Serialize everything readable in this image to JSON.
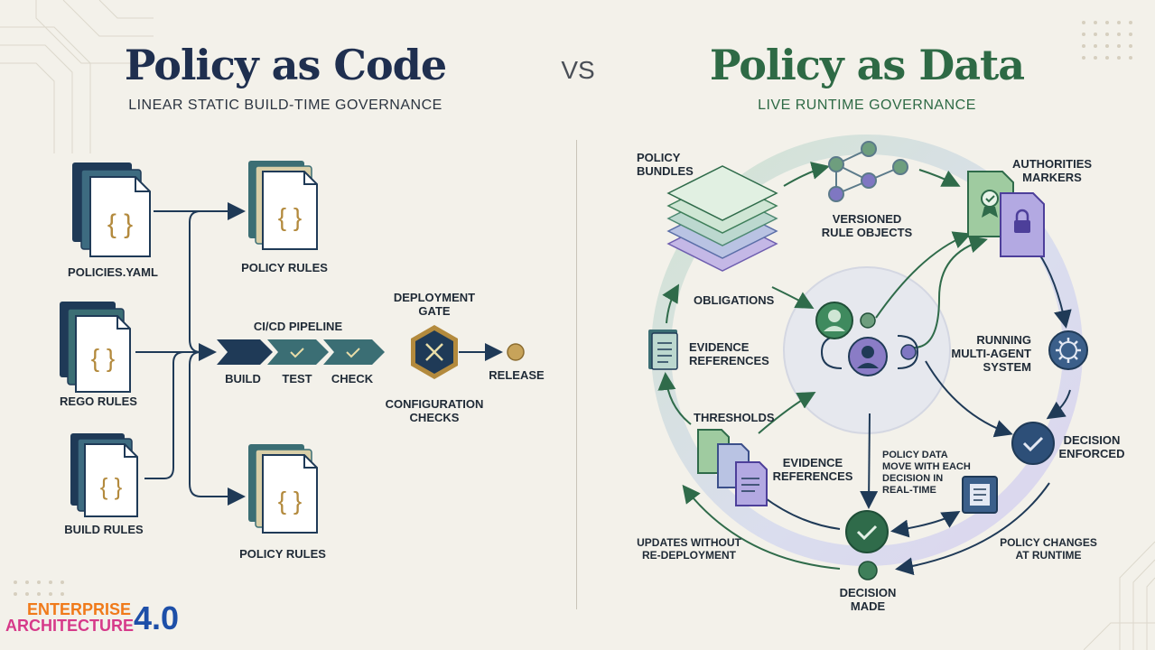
{
  "left": {
    "title": "Policy as Code",
    "subtitle": "LINEAR STATIC BUILD-TIME GOVERNANCE",
    "sources": [
      "POLICIES.YAML",
      "REGO RULES",
      "BUILD RULES"
    ],
    "outputs_top": "POLICY RULES",
    "outputs_bottom": "POLICY RULES",
    "pipeline": {
      "label": "CI/CD PIPELINE",
      "stages": [
        "BUILD",
        "TEST",
        "CHECK"
      ]
    },
    "gate": {
      "top": "DEPLOYMENT\nGATE",
      "bottom": "CONFIGURATION\nCHECKS"
    },
    "release": "RELEASE",
    "brace": "{ }"
  },
  "vs": "VS",
  "right": {
    "title": "Policy as Data",
    "subtitle": "LIVE RUNTIME GOVERNANCE",
    "policy_bundles": "POLICY\nBUNDLES",
    "versioned": "VERSIONED\nRULE OBJECTS",
    "authorities": "AUTHORITIES\nMARKERS",
    "obligations": "OBLIGATIONS",
    "evidence_left": "EVIDENCE\nREFERENCES",
    "running": "RUNNING\nMULTI-AGENT\nSYSTEM",
    "thresholds": "THRESHOLDS",
    "evidence_bottom": "EVIDENCE\nREFERENCES",
    "policy_data_note": "POLICY DATA\nMOVE WITH EACH\nDECISION IN\nREAL-TIME",
    "decision_enforced": "DECISION\nENFORCED",
    "updates": "UPDATES WITHOUT\nRE-DEPLOYMENT",
    "policy_changes": "POLICY CHANGES\nAT RUNTIME",
    "decision_made": "DECISION\nMADE"
  },
  "logo": {
    "line1": "ENTERPRISE",
    "line2": "ARCHITECTURE",
    "version": "4.0"
  },
  "colors": {
    "navy": "#1f3a57",
    "green": "#2f6b4a",
    "teal": "#3b6e74",
    "purple": "#8a7cc6",
    "orange": "#f07a1a",
    "magenta": "#d63a8a"
  }
}
